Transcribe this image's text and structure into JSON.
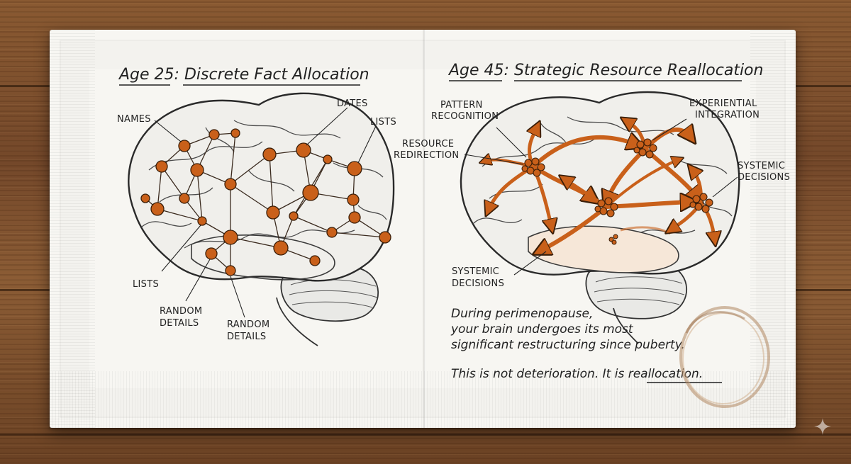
{
  "left_panel": {
    "title_age": "Age 25",
    "title_text": ": Discrete Fact Allocation",
    "labels": {
      "names": "NAMES",
      "dates": "DATES",
      "lists_top": "LISTS",
      "lists_bottom": "LISTS",
      "random_details_1": [
        "RANDOM",
        "DETAILS"
      ],
      "random_details_2": [
        "RANDOM",
        "DETAILS"
      ]
    }
  },
  "right_panel": {
    "title_age": "Age 45",
    "title_text": ": Strategic Resource Reallocation",
    "labels": {
      "pattern_recognition": [
        "PATTERN",
        "RECOGNITION"
      ],
      "resource_redirection": [
        "RESOURCE",
        "REDIRECTION"
      ],
      "experiential_integration": [
        "EXPERIENTIAL",
        "INTEGRATION"
      ],
      "systemic_decisions_right": [
        "SYSTEMIC",
        "DECISIONS"
      ],
      "systemic_decisions_bottom": [
        "SYSTEMIC",
        "DECISIONS"
      ]
    },
    "caption_lines": [
      "During perimenopause,",
      "your brain undergoes its most",
      "significant restructuring since puberty."
    ],
    "closing_prefix": "This is not deterioration. It is ",
    "closing_emphasis": "reallocation",
    "closing_suffix": "."
  },
  "colors": {
    "accent_orange": "#c9601a",
    "ink": "#222222",
    "napkin": "#f7f6f2",
    "wood": "#7d5030"
  },
  "icons": [
    "sparkle-icon"
  ]
}
